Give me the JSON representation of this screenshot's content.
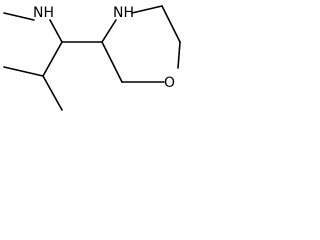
{
  "molecule": {
    "atoms": {
      "amine_label": "NH",
      "ring_nh_label": "NH",
      "ring_o_label": "O"
    },
    "colors": {
      "bond": "#000000",
      "label": "#000000",
      "background": "#ffffff"
    }
  }
}
